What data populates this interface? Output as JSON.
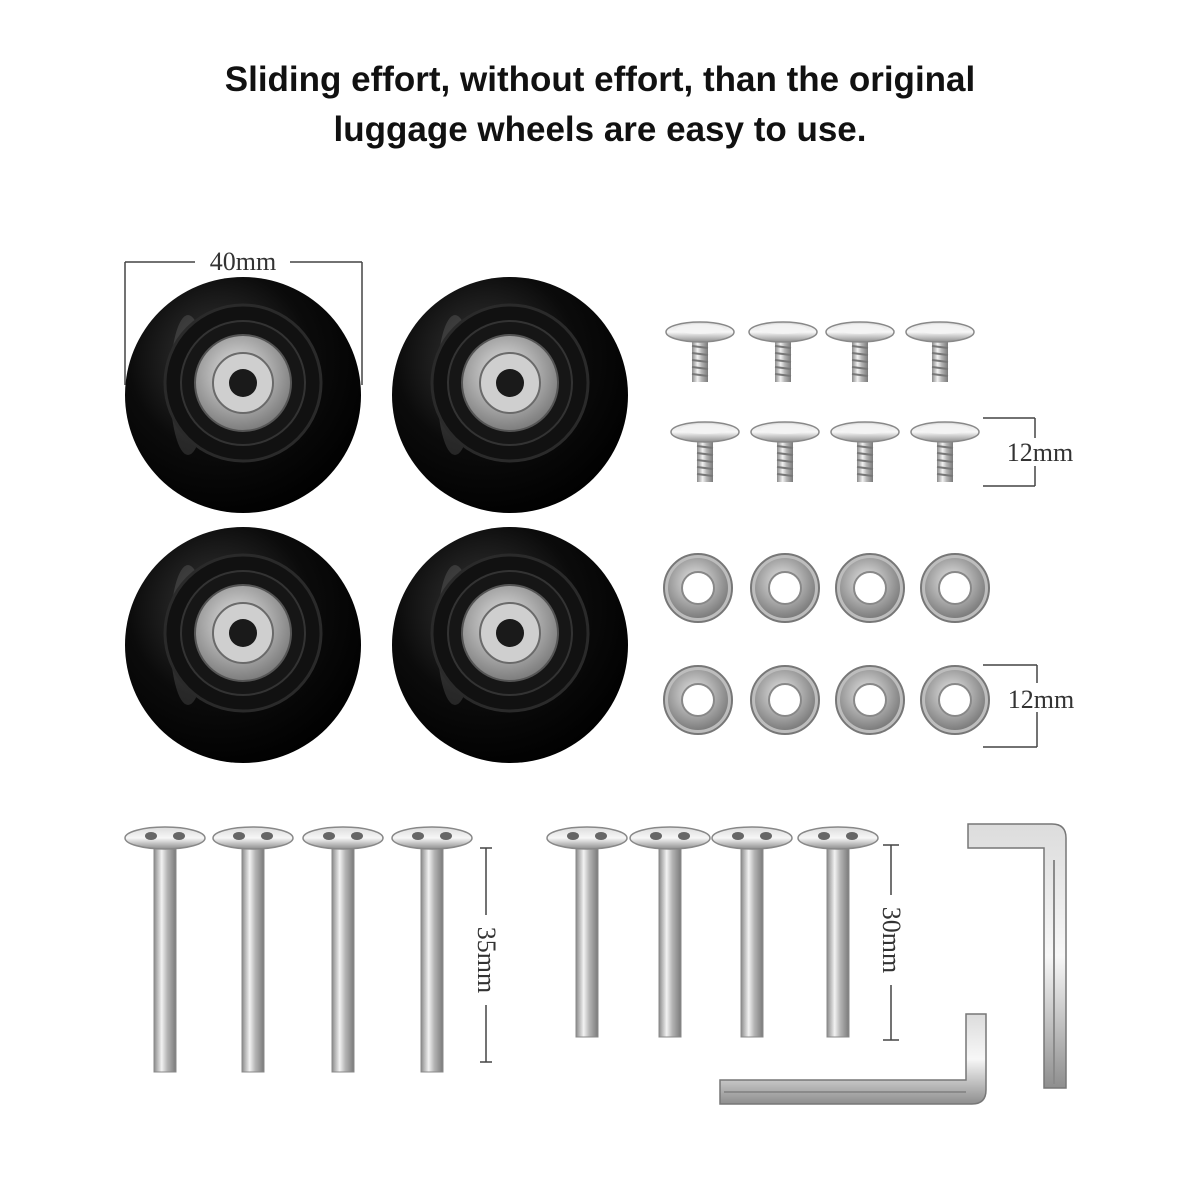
{
  "headline": {
    "line1": "Sliding effort, without effort, than the original",
    "line2": "luggage wheels are easy to use."
  },
  "dimensions": {
    "wheel_diameter": "40mm",
    "screw_length": "12mm",
    "washer_diameter": "12mm",
    "long_axle_length": "35mm",
    "short_axle_length": "30mm"
  }
}
